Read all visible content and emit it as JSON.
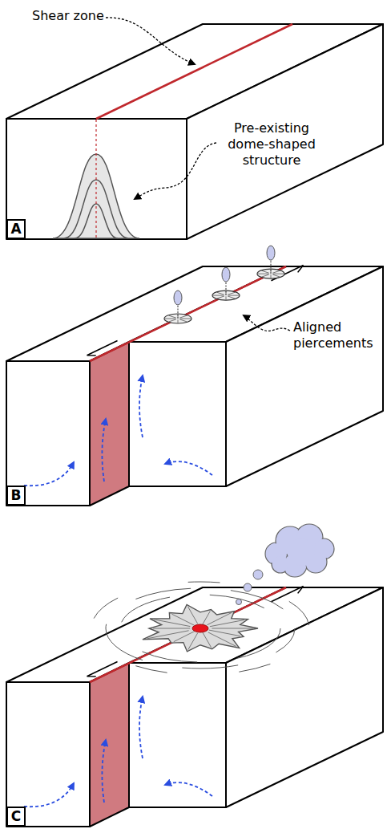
{
  "diagram": {
    "nodes": [
      {
        "text": [
          "A"
        ]
      },
      {
        "text": [
          "B"
        ]
      },
      {
        "text": [
          "C"
        ]
      }
    ],
    "labels": [
      "Shear zone",
      "Pre-existing dome-shaped structure",
      "Aligned piercements"
    ]
  }
}
